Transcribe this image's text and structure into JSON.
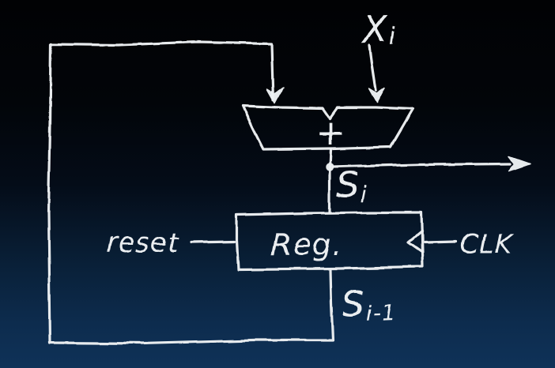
{
  "diagram": {
    "labels": {
      "x_input": {
        "base": "X",
        "sub": "i"
      },
      "adder_symbol": "+",
      "sum_output": {
        "base": "S",
        "sub": "i"
      },
      "register": "Reg.",
      "reset": "reset",
      "clock": "CLK",
      "prev_sum": {
        "base": "S",
        "sub": "i-1"
      }
    },
    "colors": {
      "background_top": "#010204",
      "background_bottom": "#0f3258",
      "ink": "#eef2f4"
    }
  }
}
